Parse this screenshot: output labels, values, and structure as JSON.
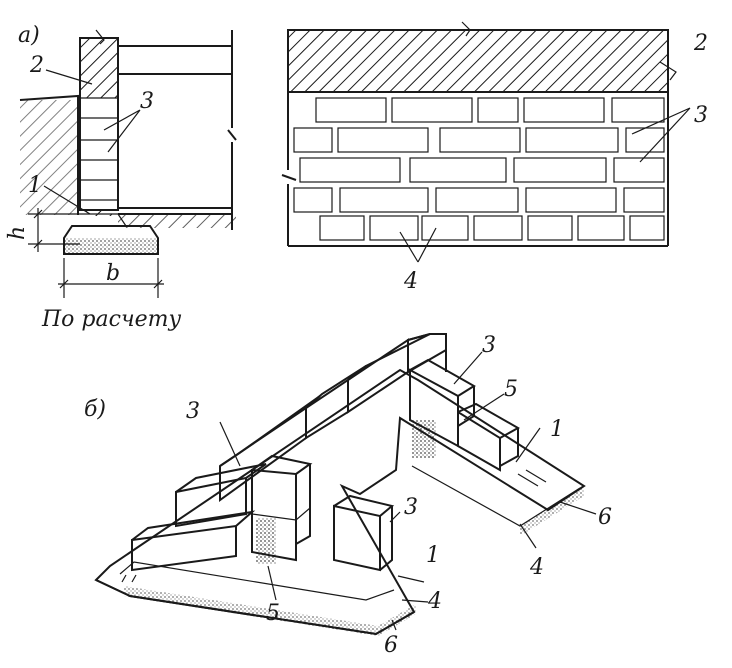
{
  "labels": {
    "part_a": "а)",
    "part_b": "б)",
    "num_1": "1",
    "num_2": "2",
    "num_3": "3",
    "num_4": "4",
    "num_5": "5",
    "num_6": "6",
    "dim_h": "h",
    "dim_b": "b",
    "caption": "По расчету"
  }
}
